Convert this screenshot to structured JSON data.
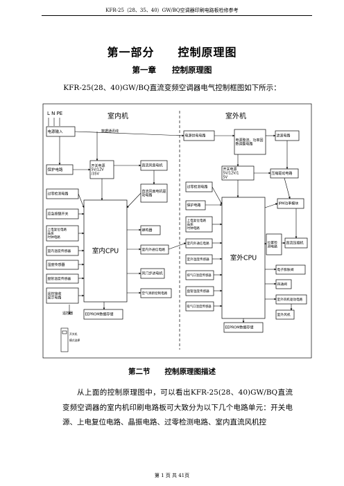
{
  "header": "KFR-25（28、35、40）GW/BQ空调器印刷电路板检修参考",
  "title": "第一部分　　控制原理图",
  "chapter": "第一章　　控制原理图",
  "intro": "KFR-25(28、40)GW/BQ直流变频空调器电气控制框图如下所示：",
  "diagram": {
    "power_lines": "L  N  PE",
    "indoor_title": "室内机",
    "outdoor_title": "室外机",
    "indoor": {
      "power_input": "电源输入",
      "comm_line": "数据通讯线",
      "protection": "保护电路",
      "switch_psu": "开关电源 5V/12V/35V",
      "fan_motor": "直流风扇电机",
      "fan_drive": "直流风扇电机驱动电路",
      "zero_cross": "过零检测电路",
      "emergency": "应急按键开关",
      "reset_osc": "上电复位电路 晶振 时钟电路",
      "room_temp": "室内温度传感器",
      "humidity": "湿度传感器",
      "coil_temp": "盘管温度传感器",
      "remote_display": "遥控接收 显示电路",
      "remote": "遥控器",
      "remote_btn1": "开关机",
      "remote_btn2": "模式选择",
      "cpu": "室内CPU",
      "buzzer": "蜂鸣器",
      "indoor_comm": "室内外通信电路",
      "stepper": "风门步进电机",
      "air_clean": "空气清新控制电路",
      "eeprom": "EEPROM数据存储"
    },
    "outdoor": {
      "supply": "电源供电电路",
      "pfc": "电源整流、功率因数调整电路",
      "filter": "滤波电路",
      "switch_psu": "开关电源 5V/12V/15V",
      "comp_drive": "压缩驱动电路",
      "zero_cross": "过零检测电路",
      "protection": "保护电路",
      "reset_osc": "上电复位电路 晶振 时钟电路",
      "outdoor_comm": "室内外通信电路",
      "ambient_temp": "室外温度传感器",
      "exhaust_temp": "排气口温度传感器",
      "coil_temp": "盘管温度传感器",
      "suction_temp": "吸气口温度传感器",
      "ipm": "IPM功率模块",
      "cpu": "室外CPU",
      "pos_detect": "位置检测电路",
      "dc_comp": "直流压缩机",
      "expansion": "电子膨胀阀",
      "four_way": "四通阀",
      "fan_drive": "室外风机驱动电路",
      "fan": "室外风机",
      "eeprom": "EEPROM数据存储"
    }
  },
  "section": "第二节　　控制原理图描述",
  "paragraph": "从上面的控制原理图中，可以看出KFR-25(28、40)GW/BQ直流变频空调器的室内机印刷电路板可大致分为以下几个电路单元：开关电源、上电复位电路、晶振电路、过零检测电路、室内直流风机控",
  "footer": "第 1 页 共 41页"
}
